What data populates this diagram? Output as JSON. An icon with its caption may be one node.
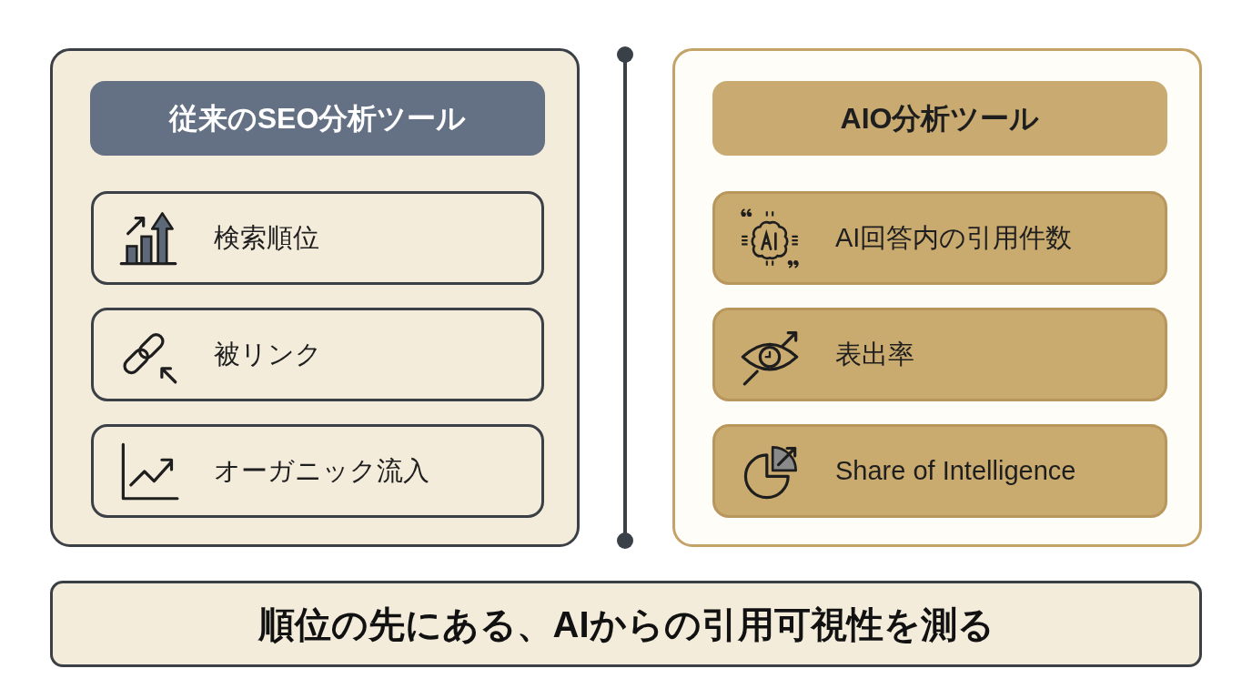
{
  "diagram": {
    "nodes": [
      {
        "text": [],
        "shape": "box"
      },
      {
        "text": [
          "従来のSEO分析ツール"
        ],
        "in": 0
      },
      {
        "text": [
          "検索順位"
        ],
        "in": 0
      },
      {
        "text": [
          "被リンク"
        ],
        "in": 0
      },
      {
        "text": [
          "オーガニック流入"
        ],
        "in": 0
      },
      {
        "text": [],
        "shape": "box"
      },
      {
        "text": [
          "AIO分析ツール"
        ],
        "in": 5
      },
      {
        "text": [
          "AI回答内の引用件数"
        ],
        "in": 5
      },
      {
        "text": [
          "表出率"
        ],
        "in": 5
      },
      {
        "text": [
          "Share of Intelligence"
        ],
        "in": 5
      },
      {
        "text": [
          "順位の先にある、AIからの引用可視性を測る"
        ]
      }
    ]
  }
}
